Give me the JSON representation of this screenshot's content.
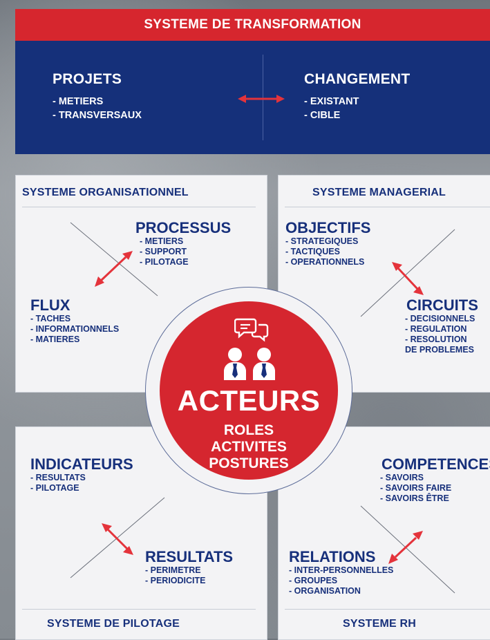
{
  "transformation": {
    "title": "SYSTEME DE TRANSFORMATION",
    "left": {
      "title": "PROJETS",
      "items": [
        "- METIERS",
        "- TRANSVERSAUX"
      ]
    },
    "right": {
      "title": "CHANGEMENT",
      "items": [
        "- EXISTANT",
        "- CIBLE"
      ]
    }
  },
  "organisationnel": {
    "title": "SYSTEME ORGANISATIONNEL",
    "processus": {
      "title": "PROCESSUS",
      "items": [
        "- METIERS",
        "- SUPPORT",
        "- PILOTAGE"
      ]
    },
    "flux": {
      "title": "FLUX",
      "items": [
        "- TACHES",
        "- INFORMATIONNELS",
        "- MATIERES"
      ]
    }
  },
  "managerial": {
    "title": "SYSTEME MANAGERIAL",
    "objectifs": {
      "title": "OBJECTIFS",
      "items": [
        "- STRATEGIQUES",
        "- TACTIQUES",
        "- OPERATIONNELS"
      ]
    },
    "circuits": {
      "title": "CIRCUITS",
      "items": [
        "- DECISIONNELS",
        "- REGULATION",
        "- RESOLUTION",
        "DE PROBLEMES"
      ]
    }
  },
  "pilotage": {
    "title": "SYSTEME DE PILOTAGE",
    "indicateurs": {
      "title": "INDICATEURS",
      "items": [
        "- RESULTATS",
        "- PILOTAGE"
      ]
    },
    "resultats": {
      "title": "RESULTATS",
      "items": [
        "- PERIMETRE",
        "- PERIODICITE"
      ]
    }
  },
  "rh": {
    "title": "SYSTEME RH",
    "competences": {
      "title": "COMPETENCES",
      "items": [
        "- SAVOIRS",
        "- SAVOIRS FAIRE",
        "- SAVOIRS ÊTRE"
      ]
    },
    "relations": {
      "title": "RELATIONS",
      "items": [
        "- INTER-PERSONNELLES",
        "- GROUPES",
        "- ORGANISATION"
      ]
    }
  },
  "acteurs": {
    "title": "ACTEURS",
    "items": [
      "ROLES",
      "ACTIVITES",
      "POSTURES"
    ]
  },
  "colors": {
    "red": "#d6262e",
    "navy": "#15307a",
    "text_navy": "#17307b"
  },
  "icons": [
    "double-arrow-icon",
    "chat-bubbles-icon",
    "person-icon"
  ]
}
